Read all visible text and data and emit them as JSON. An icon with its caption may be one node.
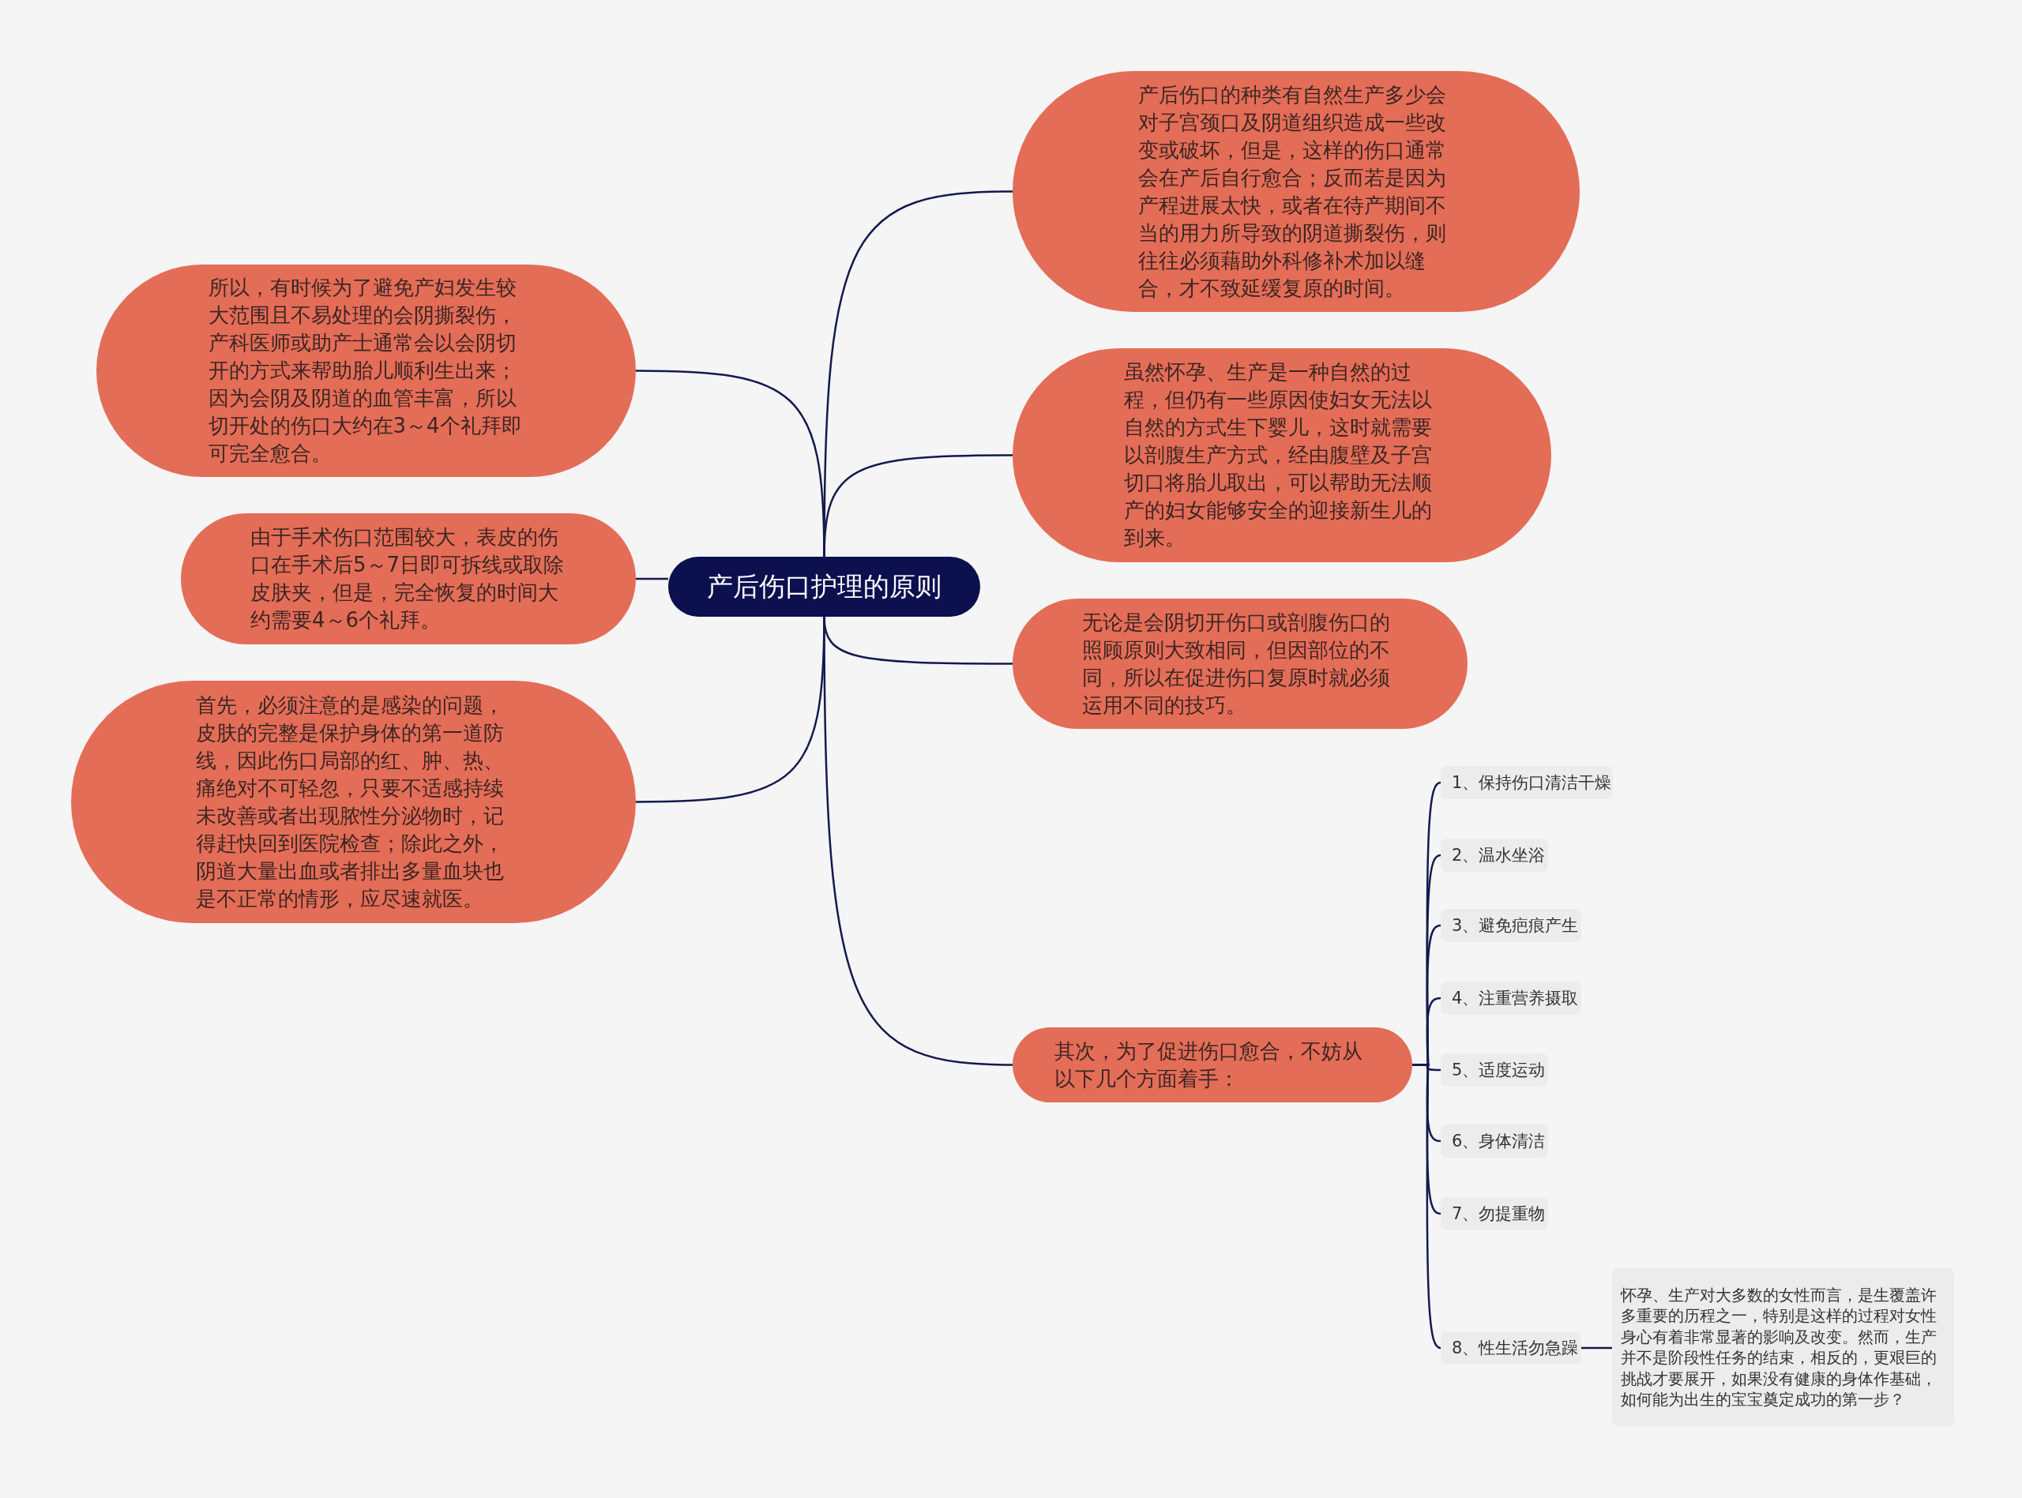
{
  "diagram": {
    "nodes": [
      {
        "text": [
          "产后伤口护理的原则"
        ]
      },
      {
        "text": [
          "产后伤口的种类有自然生产多少会对子宫颈口及阴道组织造成一些改变或破坏，但是，这样的伤口通常会在产后自行愈合；反而若是因为产程进展太快，或者在待产期间不当的用力所导致的阴道撕裂伤，则往往必须藉助外科修补术加以缝合，才不致延缓复原的时间。"
        ]
      },
      {
        "text": [
          "虽然怀孕、生产是一种自然的过程，但仍有一些原因使妇女无法以自然的方式生下婴儿，这时就需要以剖腹生产方式，经由腹壁及子宫切口将胎儿取出，可以帮助无法顺产的妇女能够安全的迎接新生儿的到来。"
        ]
      },
      {
        "text": [
          "无论是会阴切开伤口或剖腹伤口的照顾原则大致相同，但因部位的不同，所以在促进伤口复原时就必须运用不同的技巧。"
        ]
      },
      {
        "text": [
          "其次，为了促进伤口愈合，不妨从以下几个方面着手："
        ]
      },
      {
        "text": [
          "所以，有时候为了避免产妇发生较大范围且不易处理的会阴撕裂伤，产科医师或助产士通常会以会阴切开的方式来帮助胎儿顺利生出来；因为会阴及阴道的血管丰富，所以切开处的伤口大约在3～4个礼拜即可完全愈合。"
        ]
      },
      {
        "text": [
          "由于手术伤口范围较大，表皮的伤口在手术后5～7日即可拆线或取除皮肤夹，但是，完全恢复的时间大约需要4～6个礼拜。"
        ]
      },
      {
        "text": [
          "首先，必须注意的是感染的问题，皮肤的完整是保护身体的第一道防线，因此伤口局部的红、肿、热、痛绝对不可轻忽，只要不适感持续未改善或者出现脓性分泌物时，记得赶快回到医院检查；除此之外，阴道大量出血或者排出多量血块也是不正常的情形，应尽速就医。"
        ]
      },
      {
        "text": [
          "1、保持伤口清洁干燥"
        ]
      },
      {
        "text": [
          "2、温水坐浴"
        ]
      },
      {
        "text": [
          "3、避免疤痕产生"
        ]
      },
      {
        "text": [
          "4、注重营养摄取"
        ]
      },
      {
        "text": [
          "5、适度运动"
        ]
      },
      {
        "text": [
          "6、身体清洁"
        ]
      },
      {
        "text": [
          "7、勿提重物"
        ]
      },
      {
        "text": [
          "8、性生活勿急躁"
        ]
      },
      {
        "text": [
          "怀孕、生产对大多数的女性而言，是生覆盖许多重要的历程之一，特别是这样的过程对女性身心有着非常显著的影响及改变。然而，生产并不是阶段性任务的结束，相反的，更艰巨的挑战才要展开，如果没有健康的身体作基础，如何能为出生的宝宝奠定成功的第一步？"
        ]
      }
    ],
    "edges": [
      {
        "from": 0,
        "to": 1,
        "arrow": "none"
      },
      {
        "from": 0,
        "to": 2,
        "arrow": "none"
      },
      {
        "from": 0,
        "to": 3,
        "arrow": "none"
      },
      {
        "from": 0,
        "to": 4,
        "arrow": "none"
      },
      {
        "from": 0,
        "to": 5,
        "arrow": "none"
      },
      {
        "from": 0,
        "to": 6,
        "arrow": "none"
      },
      {
        "from": 0,
        "to": 7,
        "arrow": "none"
      },
      {
        "from": 4,
        "to": 8,
        "arrow": "none"
      },
      {
        "from": 4,
        "to": 9,
        "arrow": "none"
      },
      {
        "from": 4,
        "to": 10,
        "arrow": "none"
      },
      {
        "from": 4,
        "to": 11,
        "arrow": "none"
      },
      {
        "from": 4,
        "to": 12,
        "arrow": "none"
      },
      {
        "from": 4,
        "to": 13,
        "arrow": "none"
      },
      {
        "from": 4,
        "to": 14,
        "arrow": "none"
      },
      {
        "from": 4,
        "to": 15,
        "arrow": "none"
      },
      {
        "from": 15,
        "to": 16,
        "arrow": "none"
      }
    ]
  }
}
